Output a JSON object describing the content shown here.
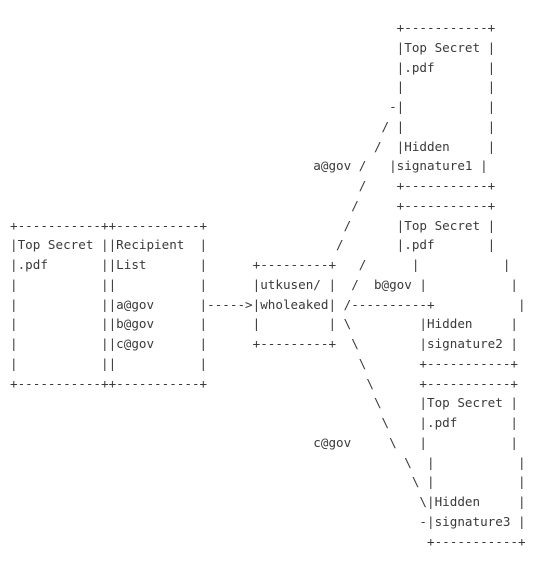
{
  "diagram": {
    "lines": [
      "                                                   +-----------+",
      "                                                   |Top Secret |",
      "                                                   |.pdf       |",
      "                                                   |           |",
      "                                                  -|           |",
      "                                                 / |           |",
      "                                                /  |Hidden     |",
      "                                        a@gov /   |signature1 |",
      "                                              /    +-----------+",
      "                                             /     +-----------+",
      "+-----------++-----------+                  /      |Top Secret |",
      "|Top Secret ||Recipient  |                 /       |.pdf       |",
      "|.pdf       ||List       |      +---------+   /      |           |",
      "|           ||           |      |utkusen/ |  /  b@gov |           |",
      "|           ||a@gov      |----->|wholeaked| /----------+           |",
      "|           ||b@gov      |      |         | \\         |Hidden     |",
      "|           ||c@gov      |      +---------+  \\        |signature2 |",
      "|           ||           |                    \\       +-----------+",
      "+-----------++-----------+                     \\      +-----------+",
      "                                                \\     |Top Secret |",
      "                                                 \\    |.pdf       |",
      "                                        c@gov     \\   |           |",
      "                                                    \\  |           |",
      "                                                     \\ |           |",
      "                                                      \\|Hidden     |",
      "                                                      -|signature3 |",
      "                                                       +-----------+"
    ]
  }
}
